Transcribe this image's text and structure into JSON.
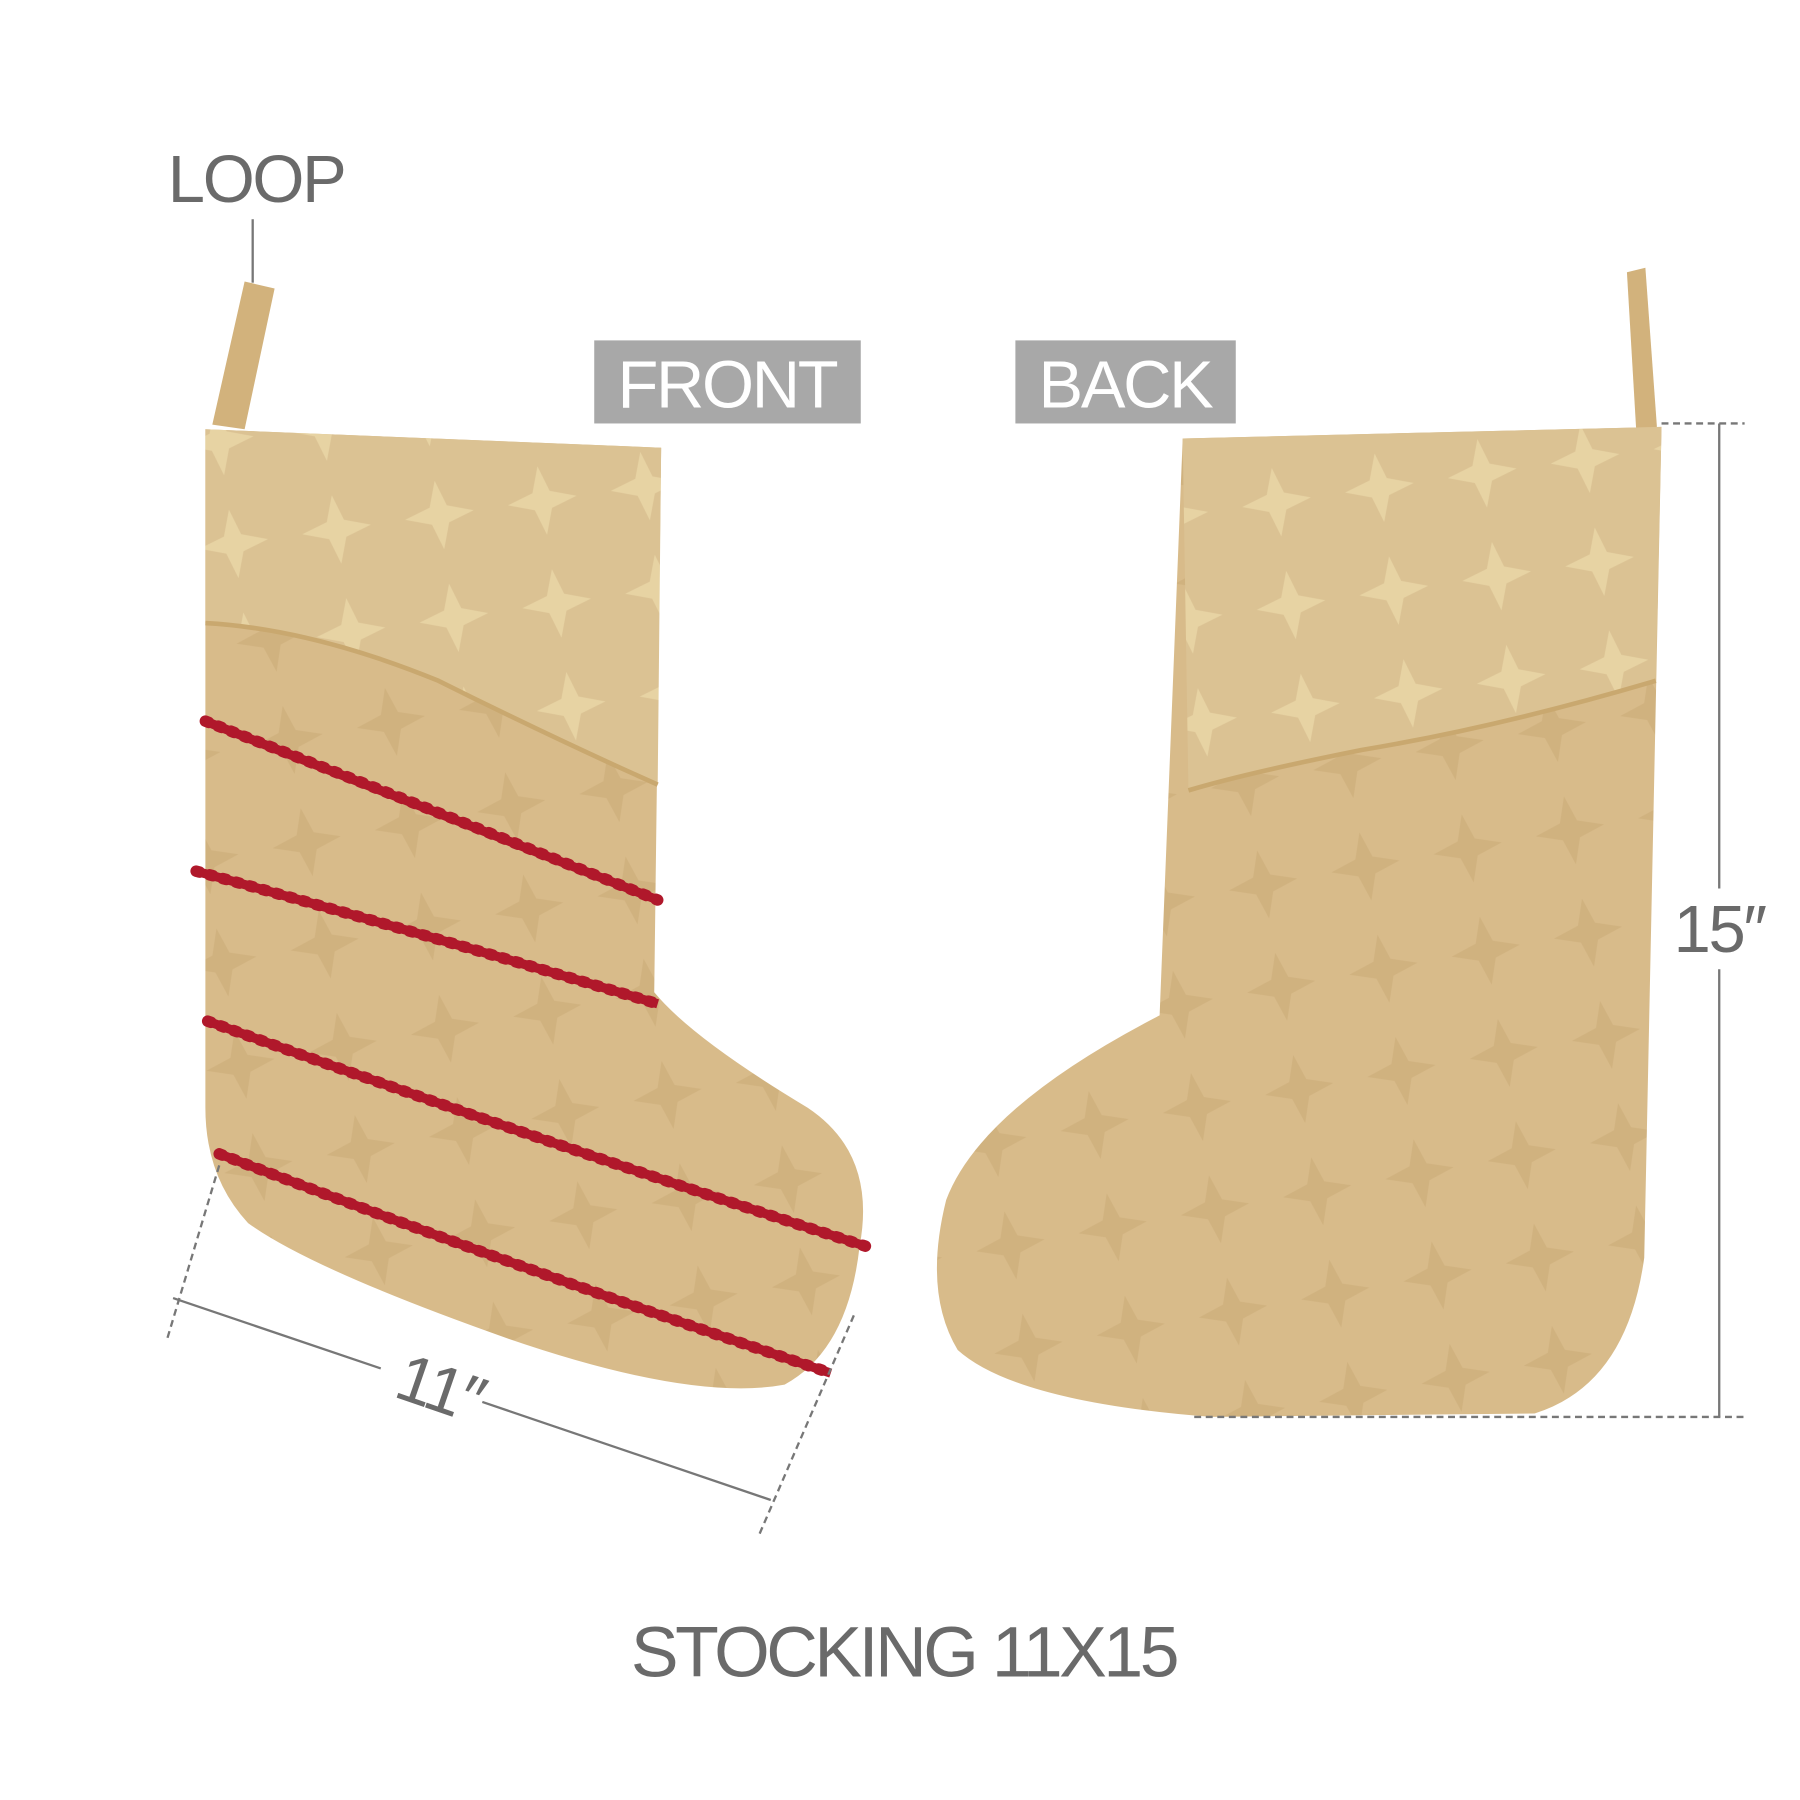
{
  "labels": {
    "loop": "LOOP",
    "front": "FRONT",
    "back": "BACK",
    "height": "15″",
    "width": "11″",
    "product_title": "STOCKING 11X15"
  },
  "colors": {
    "fabric": "#d9bd8c",
    "cuff": "#dcc395",
    "trim": "#b0182b",
    "tag_bg": "#a8a8a8",
    "text": "#6a6a6a"
  }
}
